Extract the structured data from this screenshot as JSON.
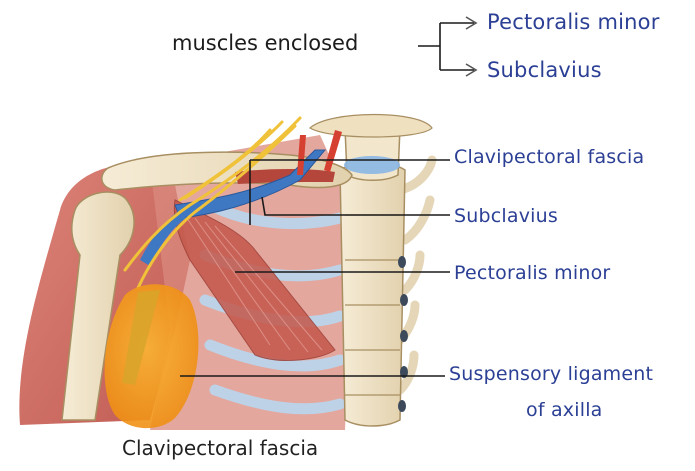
{
  "header": {
    "title": "muscles enclosed",
    "items": [
      "Pectoralis minor",
      "Subclavius"
    ]
  },
  "labels": {
    "clavipectoral_fascia": "Clavipectoral fascia",
    "subclavius": "Subclavius",
    "pectoralis_minor": "Pectoralis minor",
    "suspensory_line1": "Suspensory ligament",
    "suspensory_line2": "of axilla"
  },
  "caption": "Clavipectoral fascia",
  "colors": {
    "label_blue": "#2b3f95",
    "muscle_red": "#c85a4c",
    "bone": "#efe3c8",
    "vein_blue": "#3f78c2",
    "nerve_yellow": "#f0c23a",
    "fascia_orange": "#f5a21c",
    "leader_line": "#1a1a1a"
  }
}
